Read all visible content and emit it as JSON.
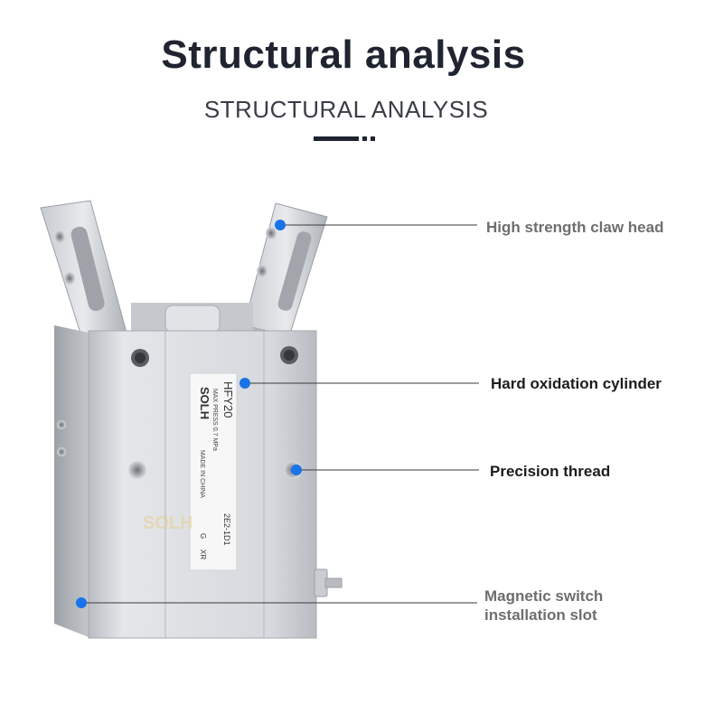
{
  "header": {
    "title": "Structural analysis",
    "subtitle": "STRUCTURAL ANALYSIS"
  },
  "product": {
    "brand_logo": "SOLH",
    "model": "HFY20",
    "max_press": "MAX PRESS 0.7 MPa",
    "made_in": "MADE IN CHINA",
    "code": "2E2-1D1",
    "marks": [
      "G",
      "XR"
    ],
    "watermark": "SOLH"
  },
  "callouts": [
    {
      "label": "High strength claw head"
    },
    {
      "label": "Hard oxidation cylinder"
    },
    {
      "label": "Precision thread"
    },
    {
      "label_lines": [
        "Magnetic switch",
        "installation slot"
      ]
    }
  ],
  "colors": {
    "title": "#1f2430",
    "marker": "#1a73e8",
    "metal": "#c9ccd1",
    "line": "#3a3a3a"
  },
  "icons": [
    "title-underline-mark",
    "callout-dot-marker"
  ]
}
